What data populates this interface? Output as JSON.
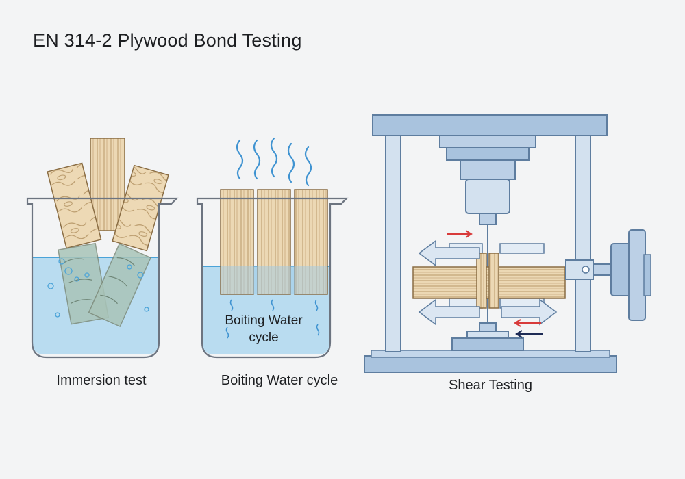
{
  "title": "EN 314-2 Plywood Bond Testing",
  "panels": [
    {
      "id": "immersion",
      "caption": "Immersion test"
    },
    {
      "id": "boiling",
      "caption": "Boiting Water cycle",
      "inner_label_line1": "Boiting Water",
      "inner_label_line2": "cycle"
    },
    {
      "id": "shear",
      "caption": "Shear Testing"
    }
  ],
  "colors": {
    "background": "#f3f4f5",
    "water": "#b9dcf0",
    "water_line": "#4aa3d8",
    "wood": "#e9d3ad",
    "wood_grain": "#b69566",
    "machine": "#a9c3de",
    "machine_dark": "#5e7d9f",
    "arrow_red": "#d83b3b",
    "arrow_navy": "#1e2b55"
  },
  "icons": [
    "beaker-icon",
    "plywood-strip-icon",
    "steam-icon",
    "bubble-icon",
    "shear-press-icon",
    "force-arrow-icon"
  ]
}
